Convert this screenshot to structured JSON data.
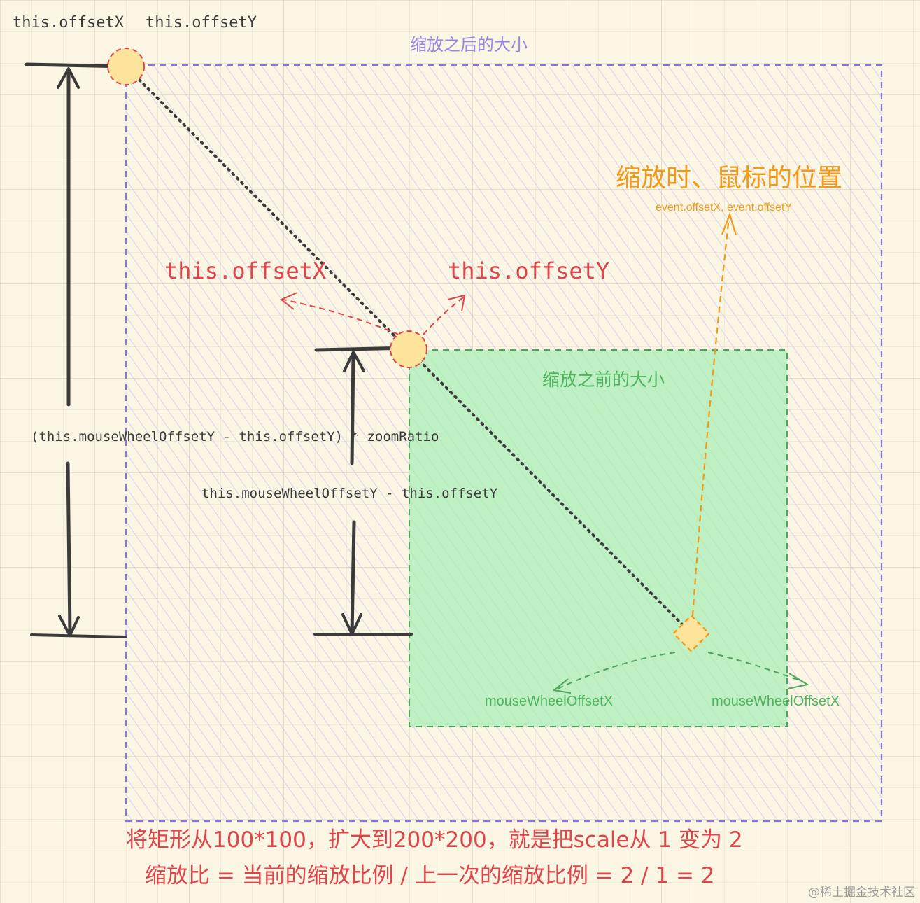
{
  "labels": {
    "top_offset_x": "this.offsetX",
    "top_offset_y": "this.offsetY",
    "after_zoom_size": "缩放之后的大小",
    "before_zoom_size": "缩放之前的大小",
    "mouse_position_title": "缩放时、鼠标的位置",
    "mouse_event_coords": "event.offsetX, event.offsetY",
    "red_offset_x": "this.offsetX",
    "red_offset_y": "this.offsetY",
    "scaled_height_formula": "(this.mouseWheelOffsetY - this.offsetY) * zoomRatio",
    "height_formula": "this.mouseWheelOffsetY - this.offsetY",
    "mouse_wheel_left": "mouseWheelOffsetX",
    "mouse_wheel_right": "mouseWheelOffsetX",
    "note_line_1": "将矩形从100*100，扩大到200*200，就是把scale从 1 变为 2",
    "note_line_2": "缩放比 = 当前的缩放比例 / 上一次的缩放比例 = 2 / 1 = 2",
    "watermark": "@稀土掘金技术社区"
  },
  "colors": {
    "background": "#fbf6e3",
    "grid": "#e3dccb",
    "outer_rect_stroke": "#8a74e0",
    "outer_rect_hatch": "#cbbdf0",
    "inner_rect_fill": "#bff0c4",
    "inner_rect_stroke": "#4fa35c",
    "inner_label": "#4fb35e",
    "outer_label": "#9a86e6",
    "orange": "#f29a17",
    "red": "#e0444b",
    "dark": "#3b3b3b",
    "point_fill": "#fde49a"
  }
}
